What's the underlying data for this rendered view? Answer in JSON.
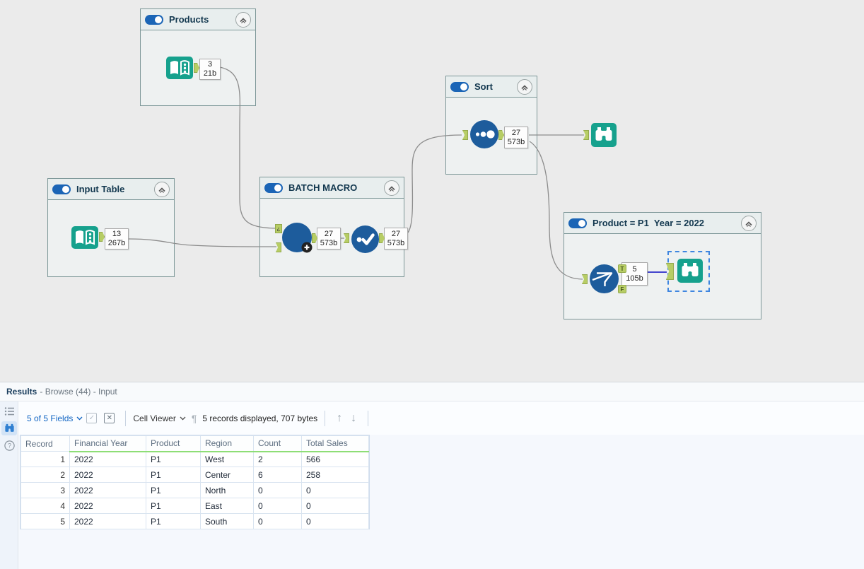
{
  "canvas": {
    "containers": {
      "products": {
        "title": "Products"
      },
      "sort": {
        "title": "Sort"
      },
      "input_table": {
        "title": "Input Table"
      },
      "batch_macro": {
        "title": "BATCH MACRO"
      },
      "filter": {
        "title": "Product = P1  Year = 2022"
      }
    },
    "annotations": {
      "products": {
        "records": "3",
        "size": "21b"
      },
      "input_table": {
        "records": "13",
        "size": "267b"
      },
      "macro_out": {
        "records": "27",
        "size": "573b"
      },
      "check_out": {
        "records": "27",
        "size": "573b"
      },
      "sort_out": {
        "records": "27",
        "size": "573b"
      },
      "filter_true": {
        "records": "5",
        "size": "105b"
      }
    },
    "anchor_labels": {
      "true": "T",
      "false": "F",
      "control": "¿"
    }
  },
  "results": {
    "title": "Results",
    "subtitle": "- Browse (44) - Input",
    "toolbar": {
      "fields_dropdown": "5 of 5 Fields",
      "cell_viewer_dropdown": "Cell Viewer",
      "records_summary": "5 records displayed, 707 bytes"
    },
    "table": {
      "columns": [
        "Record",
        "Financial Year",
        "Product",
        "Region",
        "Count",
        "Total Sales"
      ],
      "rows": [
        [
          "1",
          "2022",
          "P1",
          "West",
          "2",
          "566"
        ],
        [
          "2",
          "2022",
          "P1",
          "Center",
          "6",
          "258"
        ],
        [
          "3",
          "2022",
          "P1",
          "North",
          "0",
          "0"
        ],
        [
          "4",
          "2022",
          "P1",
          "East",
          "0",
          "0"
        ],
        [
          "5",
          "2022",
          "P1",
          "South",
          "0",
          "0"
        ]
      ]
    }
  },
  "colors": {
    "teal": "#16a18d",
    "tool_blue": "#1d5c9c",
    "toggle_blue": "#1b65b6",
    "anchor_green": "#b7cd65",
    "selection_blue": "#3f86e0",
    "selected_wire": "#4345cd",
    "link_blue": "#1467c4",
    "header_underline_green": "#8ede76"
  }
}
